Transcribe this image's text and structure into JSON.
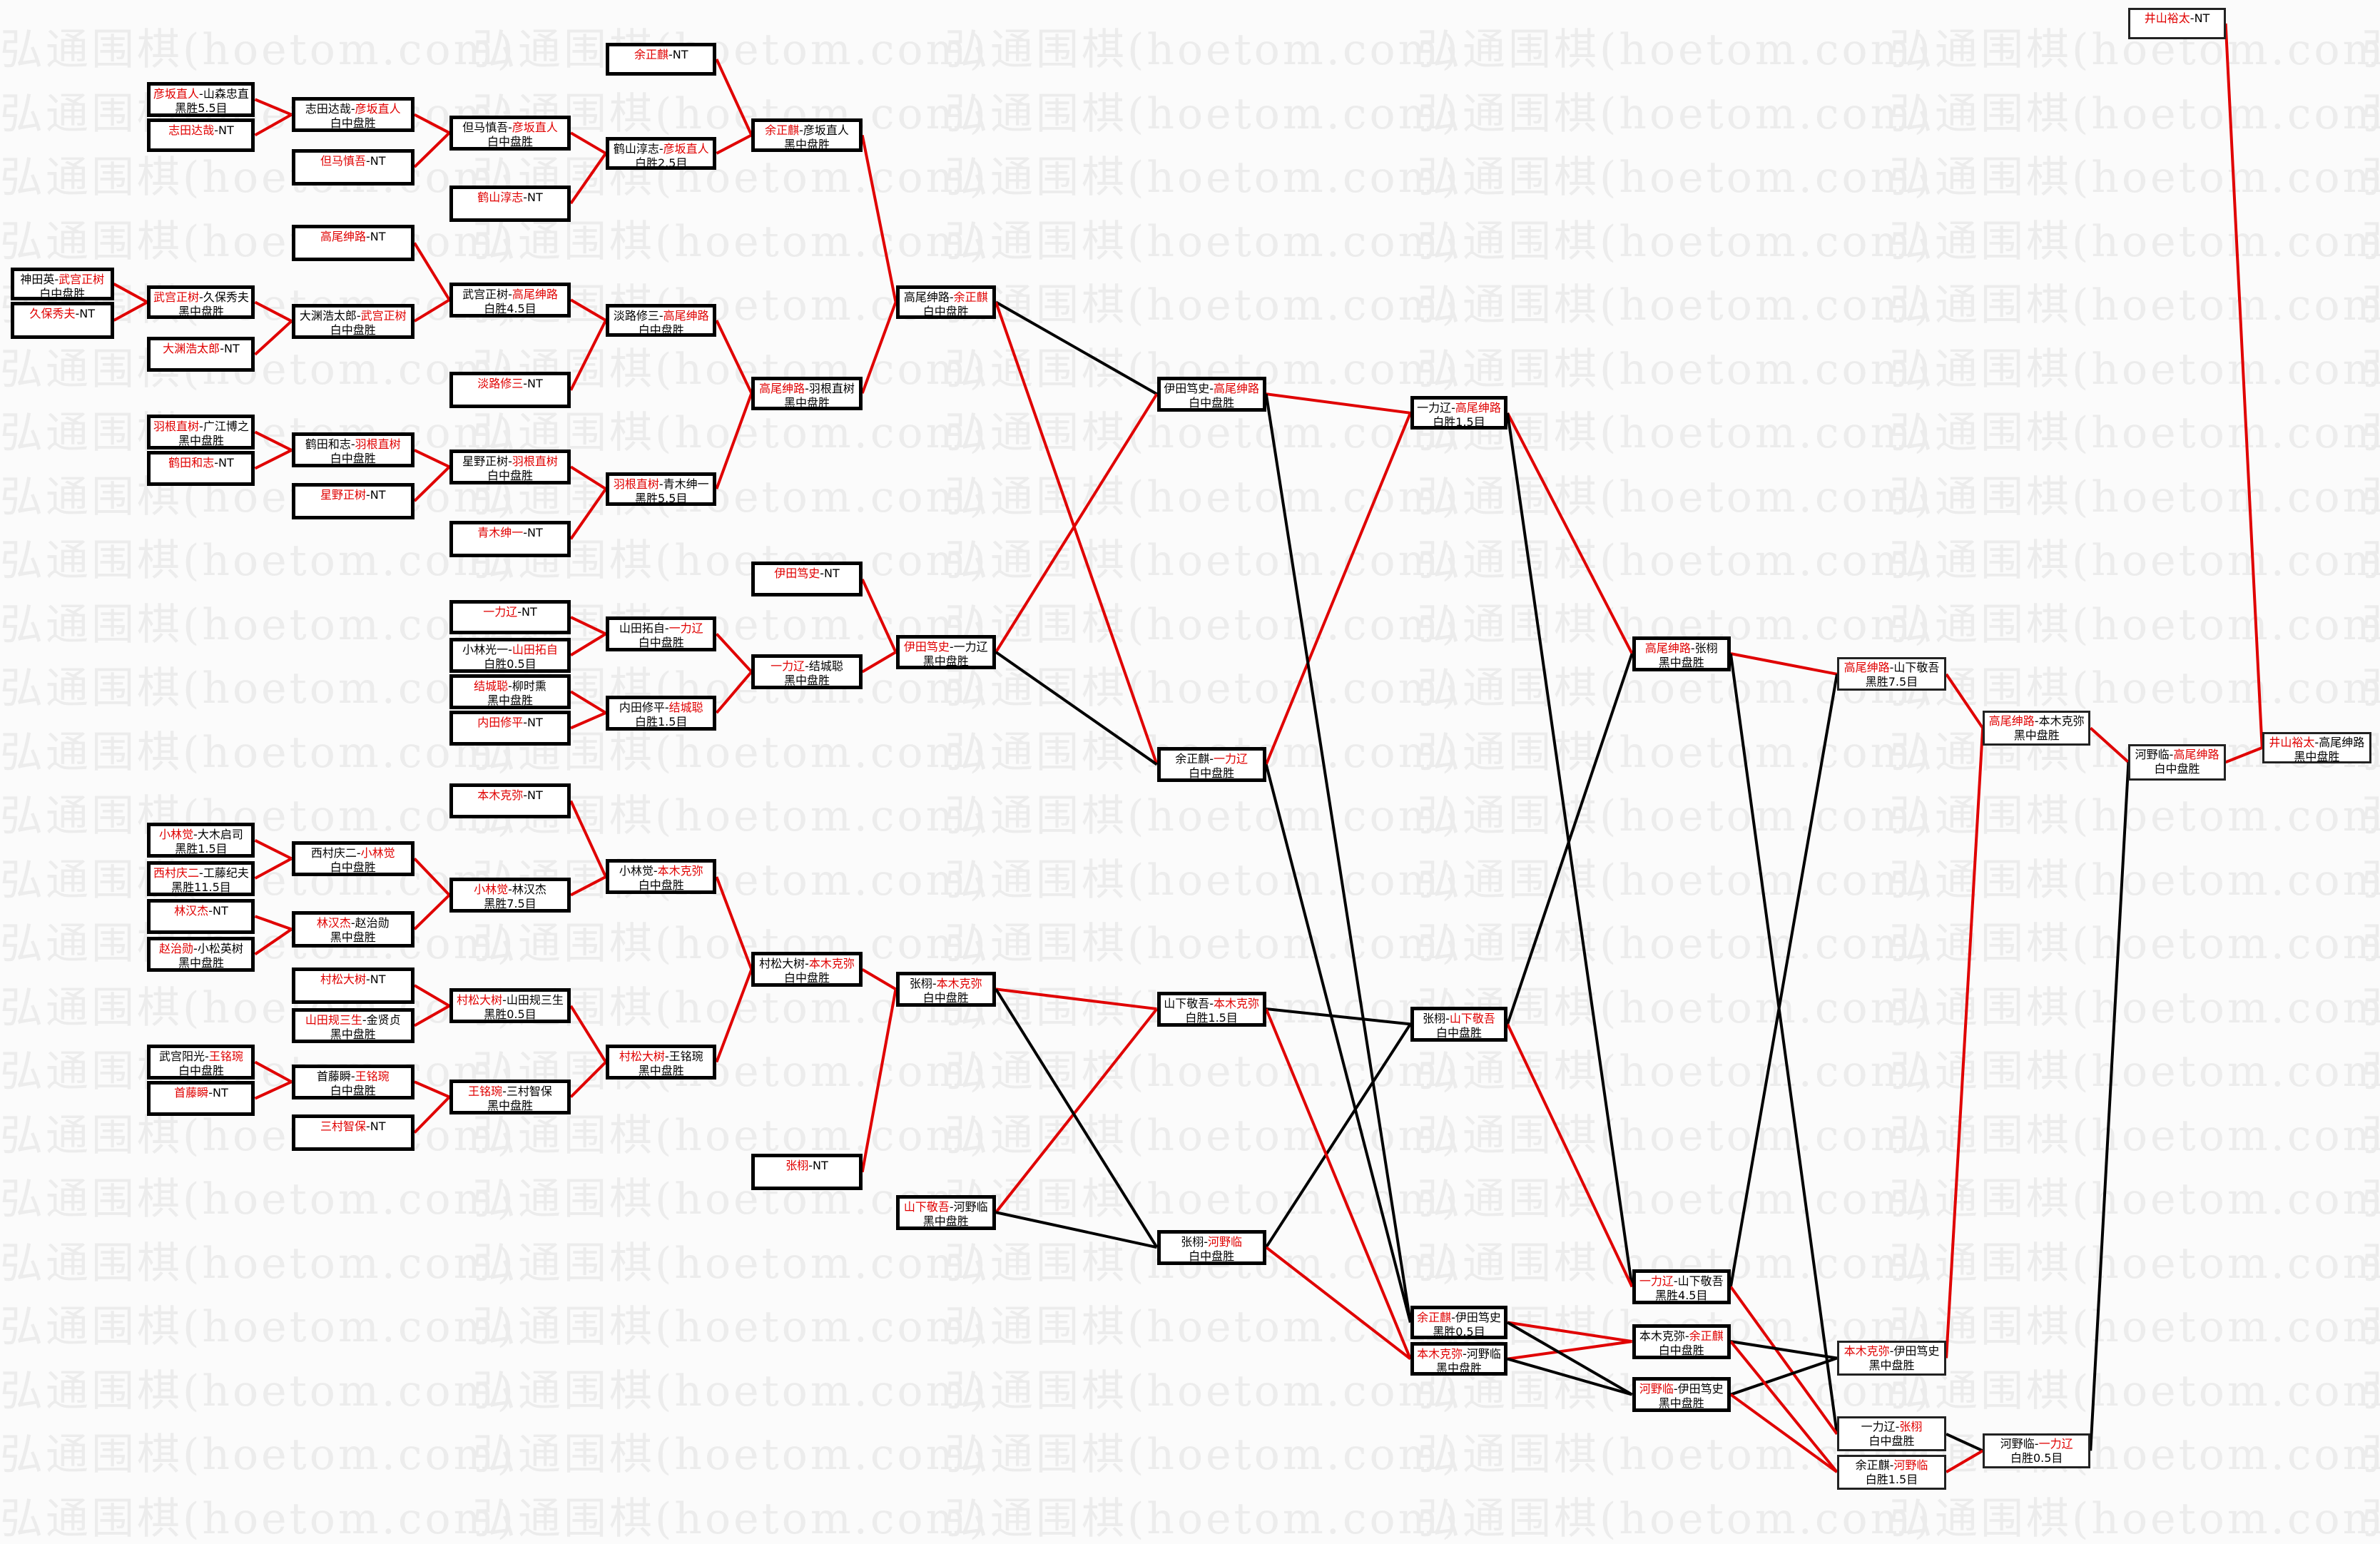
{
  "watermark": "弘通围棋(hoetom.com)",
  "colors": {
    "winner_text": "#e00000",
    "winner_line": "#e00000",
    "loser_line": "#000000",
    "box_border": "#000000"
  },
  "separator": "-",
  "matches": [
    {
      "p1": "神田英",
      "p2": "武宫正树",
      "winner": 2,
      "result": "白中盘胜"
    },
    {
      "p1": "久保秀夫",
      "p2": "NT",
      "winner": 1,
      "result": ""
    },
    {
      "p1": "彦坂直人",
      "p2": "山森忠直",
      "winner": 1,
      "result": "黑胜5.5目"
    },
    {
      "p1": "志田达哉",
      "p2": "NT",
      "winner": 1,
      "result": ""
    },
    {
      "p1": "武宫正树",
      "p2": "久保秀夫",
      "winner": 1,
      "result": "黑中盘胜"
    },
    {
      "p1": "大渊浩太郎",
      "p2": "NT",
      "winner": 1,
      "result": ""
    },
    {
      "p1": "羽根直树",
      "p2": "广江博之",
      "winner": 1,
      "result": "黑中盘胜"
    },
    {
      "p1": "鹤田和志",
      "p2": "NT",
      "winner": 1,
      "result": ""
    },
    {
      "p1": "小林觉",
      "p2": "大木启司",
      "winner": 1,
      "result": "黑胜1.5目"
    },
    {
      "p1": "西村庆二",
      "p2": "工藤纪夫",
      "winner": 1,
      "result": "黑胜11.5目"
    },
    {
      "p1": "林汉杰",
      "p2": "NT",
      "winner": 1,
      "result": ""
    },
    {
      "p1": "赵治勋",
      "p2": "小松英树",
      "winner": 1,
      "result": "黑中盘胜"
    },
    {
      "p1": "武宫阳光",
      "p2": "王铭琬",
      "winner": 2,
      "result": "白中盘胜"
    },
    {
      "p1": "首藤瞬",
      "p2": "NT",
      "winner": 1,
      "result": ""
    },
    {
      "p1": "志田达哉",
      "p2": "彦坂直人",
      "winner": 2,
      "result": "白中盘胜"
    },
    {
      "p1": "但马慎吾",
      "p2": "NT",
      "winner": 1,
      "result": ""
    },
    {
      "p1": "高尾绅路",
      "p2": "NT",
      "winner": 1,
      "result": ""
    },
    {
      "p1": "大渊浩太郎",
      "p2": "武宫正树",
      "winner": 2,
      "result": "白中盘胜"
    },
    {
      "p1": "鹤田和志",
      "p2": "羽根直树",
      "winner": 2,
      "result": "白中盘胜"
    },
    {
      "p1": "星野正树",
      "p2": "NT",
      "winner": 1,
      "result": ""
    },
    {
      "p1": "西村庆二",
      "p2": "小林觉",
      "winner": 2,
      "result": "白中盘胜"
    },
    {
      "p1": "林汉杰",
      "p2": "赵治勋",
      "winner": 1,
      "result": "黑中盘胜"
    },
    {
      "p1": "村松大树",
      "p2": "NT",
      "winner": 1,
      "result": ""
    },
    {
      "p1": "山田规三生",
      "p2": "金贤贞",
      "winner": 1,
      "result": "黑中盘胜"
    },
    {
      "p1": "首藤瞬",
      "p2": "王铭琬",
      "winner": 2,
      "result": "白中盘胜"
    },
    {
      "p1": "三村智保",
      "p2": "NT",
      "winner": 1,
      "result": ""
    },
    {
      "p1": "但马慎吾",
      "p2": "彦坂直人",
      "winner": 2,
      "result": "白中盘胜"
    },
    {
      "p1": "鹤山淳志",
      "p2": "NT",
      "winner": 1,
      "result": ""
    },
    {
      "p1": "武宫正树",
      "p2": "高尾绅路",
      "winner": 2,
      "result": "白胜4.5目"
    },
    {
      "p1": "淡路修三",
      "p2": "NT",
      "winner": 1,
      "result": ""
    },
    {
      "p1": "星野正树",
      "p2": "羽根直树",
      "winner": 2,
      "result": "白中盘胜"
    },
    {
      "p1": "青木绅一",
      "p2": "NT",
      "winner": 1,
      "result": ""
    },
    {
      "p1": "一力辽",
      "p2": "NT",
      "winner": 1,
      "result": ""
    },
    {
      "p1": "小林光一",
      "p2": "山田拓自",
      "winner": 2,
      "result": "白胜0.5目"
    },
    {
      "p1": "结城聪",
      "p2": "柳时熏",
      "winner": 1,
      "result": "黑中盘胜"
    },
    {
      "p1": "内田修平",
      "p2": "NT",
      "winner": 1,
      "result": ""
    },
    {
      "p1": "本木克弥",
      "p2": "NT",
      "winner": 1,
      "result": ""
    },
    {
      "p1": "小林觉",
      "p2": "林汉杰",
      "winner": 1,
      "result": "黑胜7.5目"
    },
    {
      "p1": "村松大树",
      "p2": "山田规三生",
      "winner": 1,
      "result": "黑胜0.5目"
    },
    {
      "p1": "王铭琬",
      "p2": "三村智保",
      "winner": 1,
      "result": "黑中盘胜"
    },
    {
      "p1": "余正麒",
      "p2": "NT",
      "winner": 1,
      "result": ""
    },
    {
      "p1": "鹤山淳志",
      "p2": "彦坂直人",
      "winner": 2,
      "result": "白胜2.5目"
    },
    {
      "p1": "淡路修三",
      "p2": "高尾绅路",
      "winner": 2,
      "result": "白中盘胜"
    },
    {
      "p1": "羽根直树",
      "p2": "青木绅一",
      "winner": 1,
      "result": "黑胜5.5目"
    },
    {
      "p1": "山田拓自",
      "p2": "一力辽",
      "winner": 2,
      "result": "白中盘胜"
    },
    {
      "p1": "内田修平",
      "p2": "结城聪",
      "winner": 2,
      "result": "白胜1.5目"
    },
    {
      "p1": "小林觉",
      "p2": "本木克弥",
      "winner": 2,
      "result": "白中盘胜"
    },
    {
      "p1": "村松大树",
      "p2": "王铭琬",
      "winner": 1,
      "result": "黑中盘胜"
    },
    {
      "p1": "余正麒",
      "p2": "彦坂直人",
      "winner": 1,
      "result": "黑中盘胜"
    },
    {
      "p1": "高尾绅路",
      "p2": "羽根直树",
      "winner": 1,
      "result": "黑中盘胜"
    },
    {
      "p1": "伊田笃史",
      "p2": "NT",
      "winner": 1,
      "result": ""
    },
    {
      "p1": "一力辽",
      "p2": "结城聪",
      "winner": 1,
      "result": "黑中盘胜"
    },
    {
      "p1": "村松大树",
      "p2": "本木克弥",
      "winner": 2,
      "result": "白中盘胜"
    },
    {
      "p1": "张栩",
      "p2": "NT",
      "winner": 1,
      "result": ""
    },
    {
      "p1": "高尾绅路",
      "p2": "余正麒",
      "winner": 2,
      "result": "白中盘胜"
    },
    {
      "p1": "伊田笃史",
      "p2": "一力辽",
      "winner": 1,
      "result": "黑中盘胜"
    },
    {
      "p1": "张栩",
      "p2": "本木克弥",
      "winner": 2,
      "result": "白中盘胜"
    },
    {
      "p1": "山下敬吾",
      "p2": "河野临",
      "winner": 1,
      "result": "黑中盘胜"
    },
    {
      "p1": "伊田笃史",
      "p2": "高尾绅路",
      "winner": 2,
      "result": "白中盘胜"
    },
    {
      "p1": "余正麒",
      "p2": "一力辽",
      "winner": 2,
      "result": "白中盘胜"
    },
    {
      "p1": "山下敬吾",
      "p2": "本木克弥",
      "winner": 2,
      "result": "白胜1.5目"
    },
    {
      "p1": "张栩",
      "p2": "河野临",
      "winner": 2,
      "result": "白中盘胜"
    },
    {
      "p1": "一力辽",
      "p2": "高尾绅路",
      "winner": 2,
      "result": "白胜1.5目"
    },
    {
      "p1": "张栩",
      "p2": "山下敬吾",
      "winner": 2,
      "result": "白中盘胜"
    },
    {
      "p1": "余正麒",
      "p2": "伊田笃史",
      "winner": 1,
      "result": "黑胜0.5目"
    },
    {
      "p1": "本木克弥",
      "p2": "河野临",
      "winner": 1,
      "result": "黑中盘胜"
    },
    {
      "p1": "高尾绅路",
      "p2": "张栩",
      "winner": 1,
      "result": "黑中盘胜"
    },
    {
      "p1": "一力辽",
      "p2": "山下敬吾",
      "winner": 1,
      "result": "黑胜4.5目"
    },
    {
      "p1": "本木克弥",
      "p2": "余正麒",
      "winner": 2,
      "result": "白中盘胜"
    },
    {
      "p1": "河野临",
      "p2": "伊田笃史",
      "winner": 1,
      "result": "黑中盘胜"
    },
    {
      "p1": "高尾绅路",
      "p2": "山下敬吾",
      "winner": 1,
      "result": "黑胜7.5目"
    },
    {
      "p1": "本木克弥",
      "p2": "伊田笃史",
      "winner": 1,
      "result": "黑中盘胜"
    },
    {
      "p1": "一力辽",
      "p2": "张栩",
      "winner": 2,
      "result": "白中盘胜"
    },
    {
      "p1": "余正麒",
      "p2": "河野临",
      "winner": 2,
      "result": "白胜1.5目"
    },
    {
      "p1": "高尾绅路",
      "p2": "本木克弥",
      "winner": 1,
      "result": "黑中盘胜"
    },
    {
      "p1": "河野临",
      "p2": "一力辽",
      "winner": 2,
      "result": "白胜0.5目"
    },
    {
      "p1": "河野临",
      "p2": "高尾绅路",
      "winner": 2,
      "result": "白中盘胜"
    },
    {
      "p1": "井山裕太",
      "p2": "NT",
      "winner": 1,
      "result": ""
    },
    {
      "p1": "井山裕太",
      "p2": "高尾绅路",
      "winner": 1,
      "result": "黑中盘胜"
    }
  ]
}
